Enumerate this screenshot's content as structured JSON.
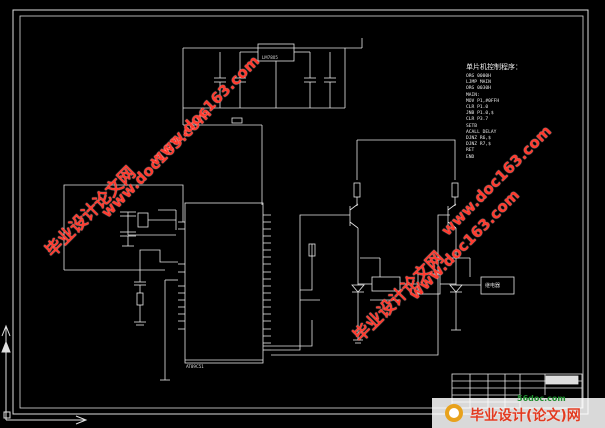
{
  "watermarks": {
    "site_text": "毕业设计论文网",
    "url_text": "www.doc163.com"
  },
  "program_panel": {
    "title": "单片机控制程序：",
    "lines": [
      "ORG 0000H",
      "LJMP MAIN",
      "ORG 0030H",
      "MAIN:",
      "MOV P1,#0FFH",
      "CLR P1.0",
      "JNB P1.0,$",
      "CLR P3.7",
      "SETB",
      "ACALL DELAY",
      "DJNZ R6,$",
      "DJNZ R7,$",
      "RET",
      "END"
    ]
  },
  "component_labels": {
    "regulator": "LM7805",
    "mcu": "AT89C51",
    "relay": "继电器"
  },
  "footer_logo": {
    "url": "56doc.com",
    "text": "毕业设计(论文)网"
  }
}
